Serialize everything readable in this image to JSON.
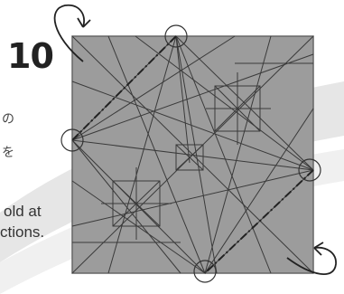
{
  "step": {
    "number": "10",
    "jp_line1": "の",
    "jp_line2": "を",
    "en_line1": "old at",
    "en_line2": "ctions."
  },
  "colors": {
    "paper": "#9e9e9e",
    "paper_edge": "#6f6f6f",
    "crease": "#3f3f3f",
    "fold_line": "#2a2a2a",
    "swoosh": "#e3e3e3",
    "text": "#333333"
  },
  "icons": {
    "turn_over_top": "curved-arrow-icon",
    "turn_over_bottom": "curved-arrow-icon",
    "reference_points": "circle-marker-icon"
  }
}
